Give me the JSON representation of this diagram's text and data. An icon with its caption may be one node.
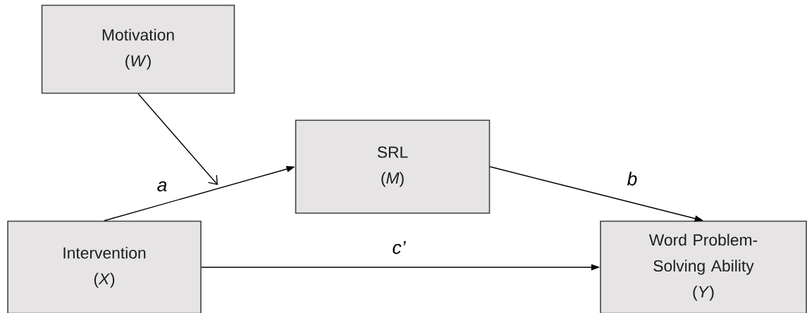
{
  "diagram": {
    "nodes": [
      {
        "text": [
          "Motivation",
          "(*W*)"
        ]
      },
      {
        "text": [
          "SRL",
          "(*M*)"
        ]
      },
      {
        "text": [
          "Intervention",
          "(*X*)"
        ]
      },
      {
        "text": [
          "Word Problem-Solving Ability",
          "(*Y*)"
        ]
      }
    ],
    "edges": [
      {
        "from": 0,
        "to": null,
        "arrow": "to"
      },
      {
        "from": 2,
        "to": 1,
        "label": "a",
        "arrow": "to"
      },
      {
        "from": 1,
        "to": 3,
        "label": "b",
        "arrow": "to"
      },
      {
        "from": 2,
        "to": 3,
        "label": "c’",
        "arrow": "to"
      }
    ]
  }
}
